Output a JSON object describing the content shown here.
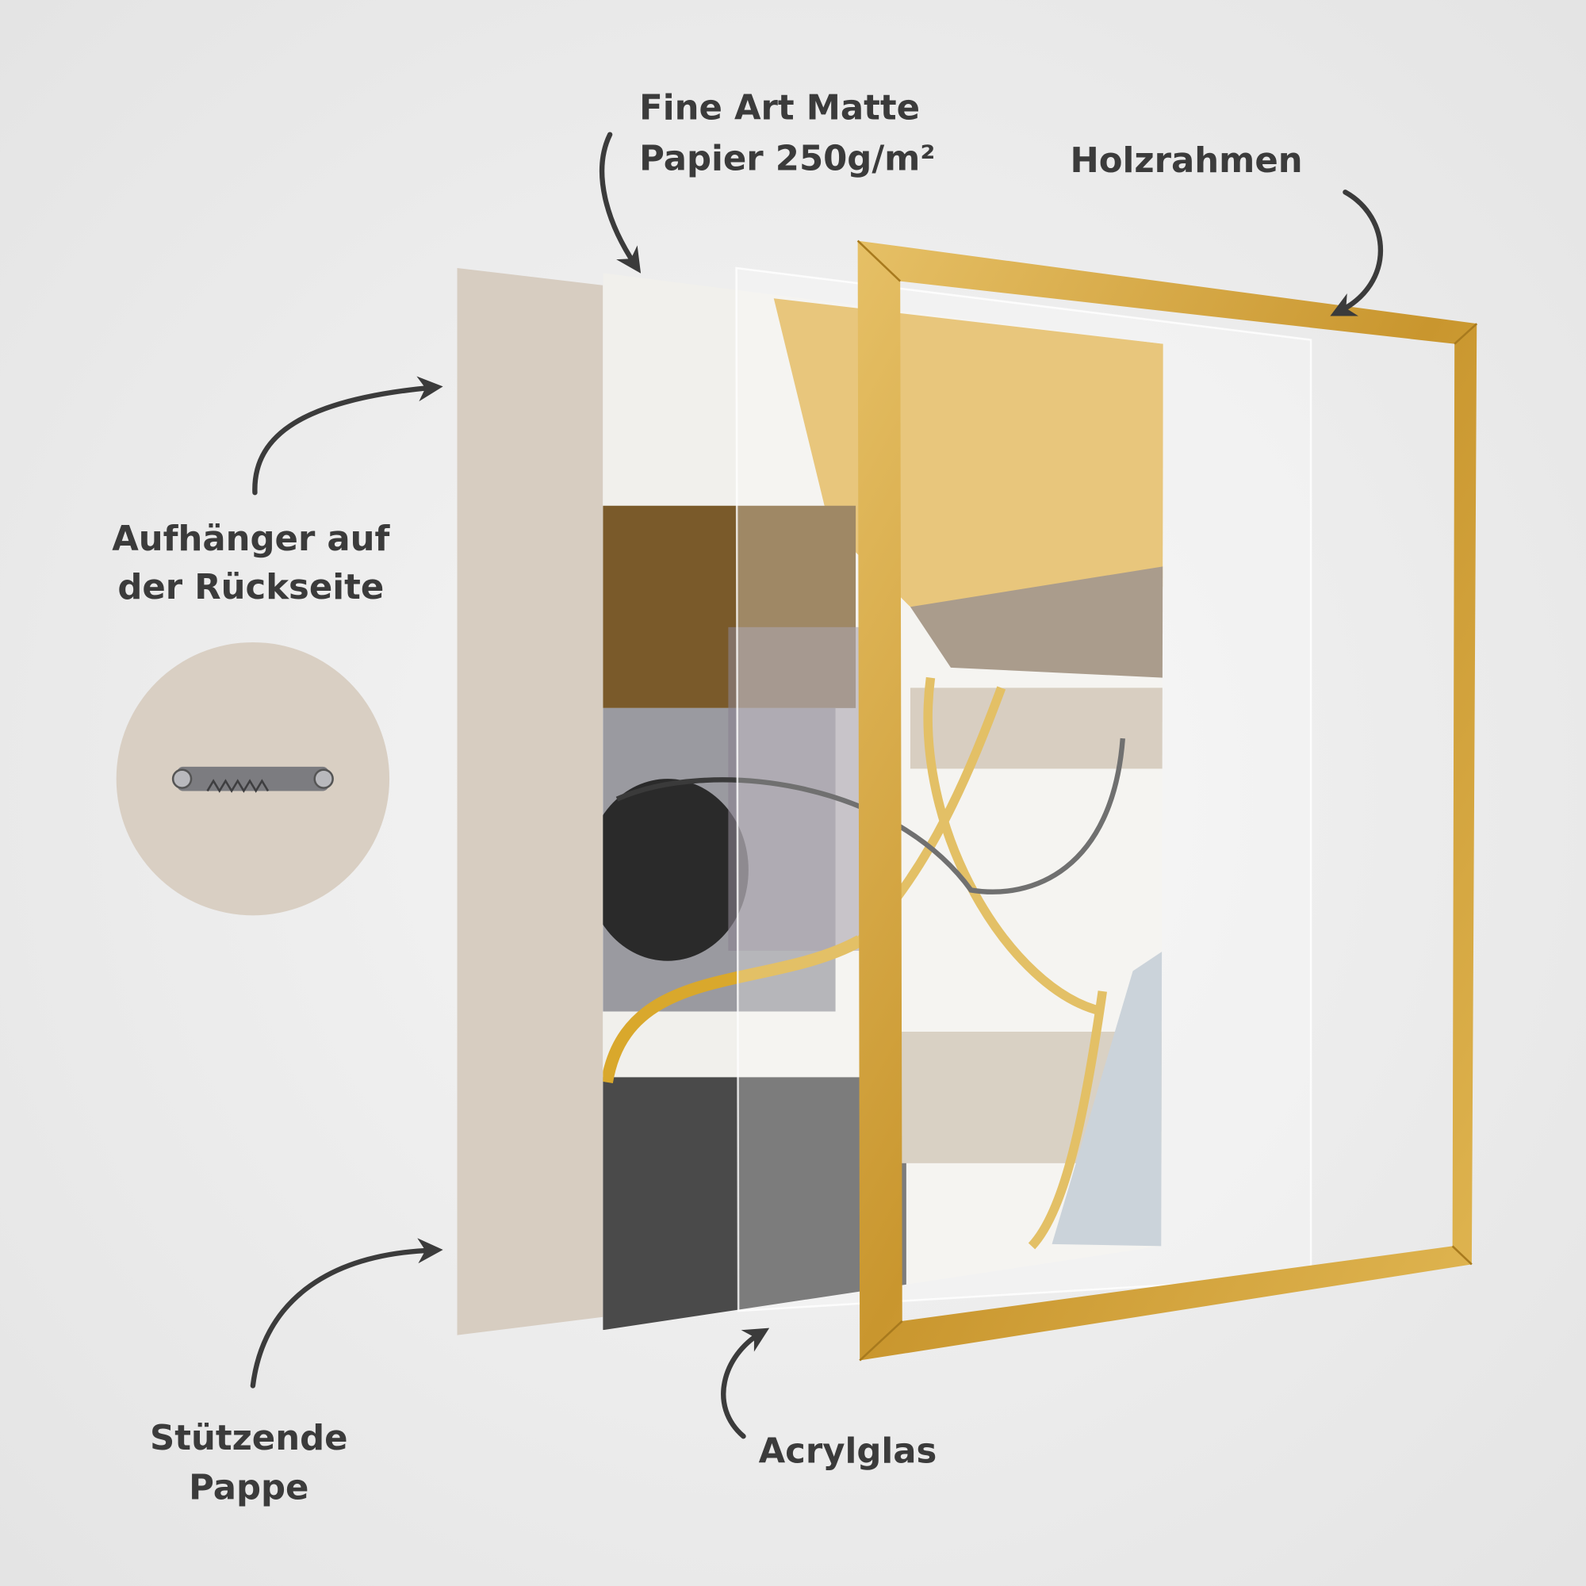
{
  "labels": {
    "hanger": [
      "Aufhänger auf",
      "der Rückseite"
    ],
    "paper": [
      "Fine Art Matte",
      "Papier 250g/m²"
    ],
    "frame": "Holzrahmen",
    "cardboard": [
      "Stützende",
      "Pappe"
    ],
    "acrylic": "Acrylglas"
  },
  "colors": {
    "background": "#ececec",
    "text": "#3b3b3b",
    "cardboard": "#d7cdc1",
    "frame_gold": "#d4a93e",
    "art_gold": "#e0b14a",
    "art_brown": "#7a5a2a"
  }
}
